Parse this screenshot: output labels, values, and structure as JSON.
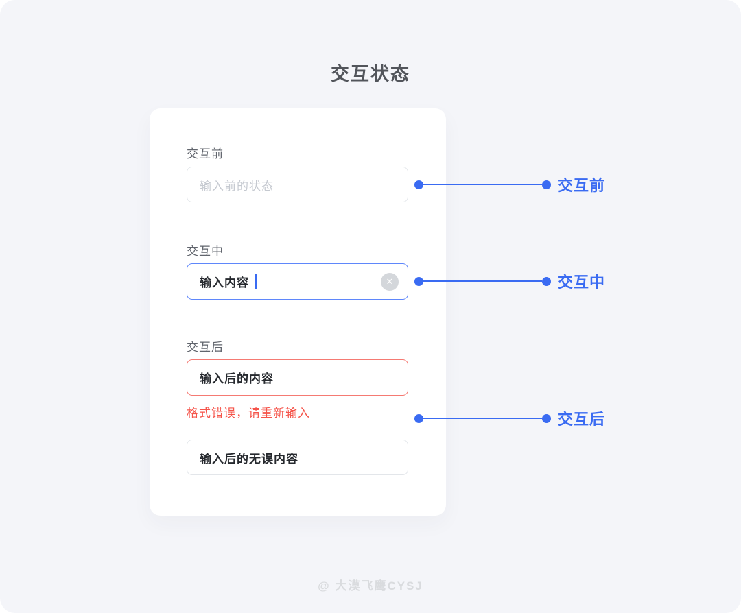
{
  "title": "交互状态",
  "card": {
    "sections": [
      {
        "label": "交互前",
        "input": {
          "placeholder": "输入前的状态"
        }
      },
      {
        "label": "交互中",
        "input": {
          "value": "输入内容"
        },
        "clear_icon": "✕"
      },
      {
        "label": "交互后",
        "error_input": {
          "value": "输入后的内容"
        },
        "error_message": "格式错误，请重新输入",
        "valid_input": {
          "value": "输入后的无误内容"
        }
      }
    ]
  },
  "annotations": [
    {
      "label": "交互前"
    },
    {
      "label": "交互中"
    },
    {
      "label": "交互后"
    }
  ],
  "footer": {
    "watermark": "@ 大漠飞鹰CYSJ"
  },
  "colors": {
    "accent_blue": "#3a6bf2",
    "focus_border": "#5f87fb",
    "error_text": "#f5544a",
    "error_border": "#f57a73",
    "background": "#f4f5f9",
    "card_background": "#ffffff"
  }
}
